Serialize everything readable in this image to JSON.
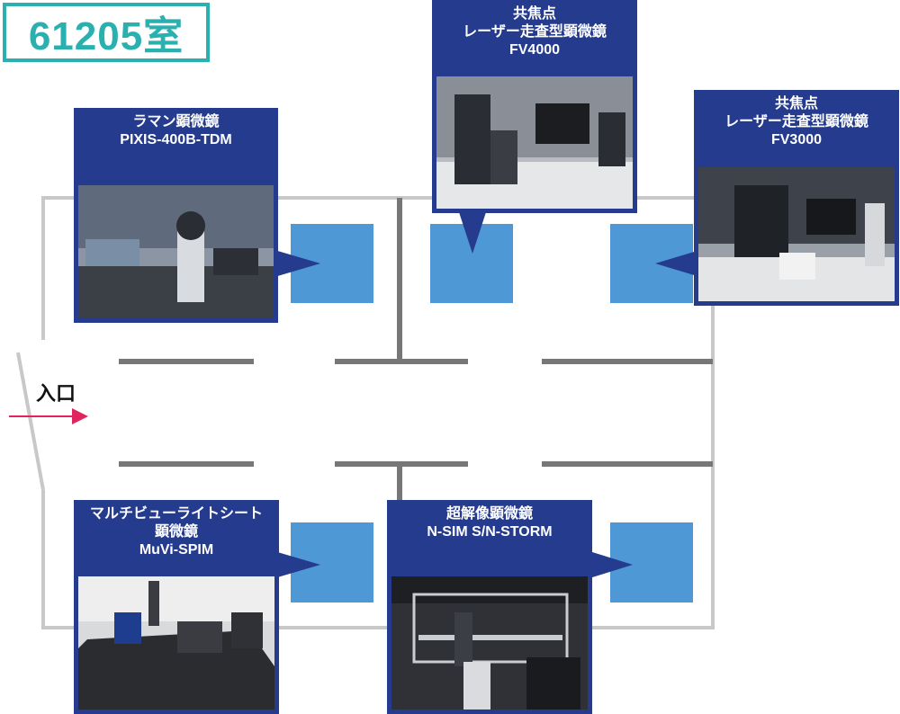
{
  "room": {
    "number": "61205室"
  },
  "entrance": {
    "label": "入口",
    "arrow_color": "#e0245e"
  },
  "colors": {
    "card_bg": "#253b8e",
    "room_block": "#4f98d6",
    "wall": "#c8c8c8",
    "partition": "#777777",
    "tag": "#2bb0b0"
  },
  "instruments": [
    {
      "id": "raman",
      "title": "ラマン顕微鏡\nPIXIS-400B-TDM"
    },
    {
      "id": "fv4000",
      "title": "共焦点\nレーザー走査型顕微鏡\nFV4000"
    },
    {
      "id": "fv3000",
      "title": "共焦点\nレーザー走査型顕微鏡\nFV3000"
    },
    {
      "id": "muvi",
      "title": "マルチビューライトシート\n顕微鏡\nMuVi-SPIM"
    },
    {
      "id": "nsim",
      "title": "超解像顕微鏡\nN-SIM S/N-STORM"
    }
  ]
}
